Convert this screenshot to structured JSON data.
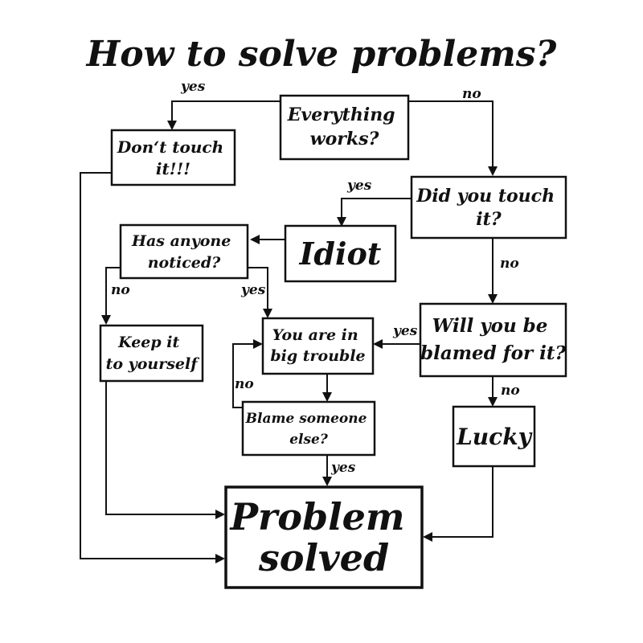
{
  "title": "How to solve problems?",
  "nodes": {
    "everything_works": [
      "Everything",
      "works?"
    ],
    "dont_touch": [
      "Don‘t touch",
      "it!!!"
    ],
    "did_you_touch": [
      "Did you touch",
      "it?"
    ],
    "idiot": [
      "Idiot"
    ],
    "has_anyone_noticed": [
      "Has anyone",
      "noticed?"
    ],
    "keep_it": [
      "Keep it",
      "to yourself"
    ],
    "big_trouble": [
      "You are in",
      "big trouble"
    ],
    "will_you_be_blamed": [
      "Will you be",
      "blamed for it?"
    ],
    "blame_someone": [
      "Blame someone",
      "else?"
    ],
    "lucky": [
      "Lucky"
    ],
    "problem_solved": [
      "Problem",
      "solved"
    ]
  },
  "edge_labels": {
    "works_yes": "yes",
    "works_no": "no",
    "touch_yes": "yes",
    "touch_no": "no",
    "noticed_no": "no",
    "noticed_yes": "yes",
    "blamed_yes": "yes",
    "blamed_no": "no",
    "blame_no": "no",
    "blame_yes": "yes"
  },
  "colors": {
    "ink": "#111111",
    "background": "#ffffff"
  }
}
